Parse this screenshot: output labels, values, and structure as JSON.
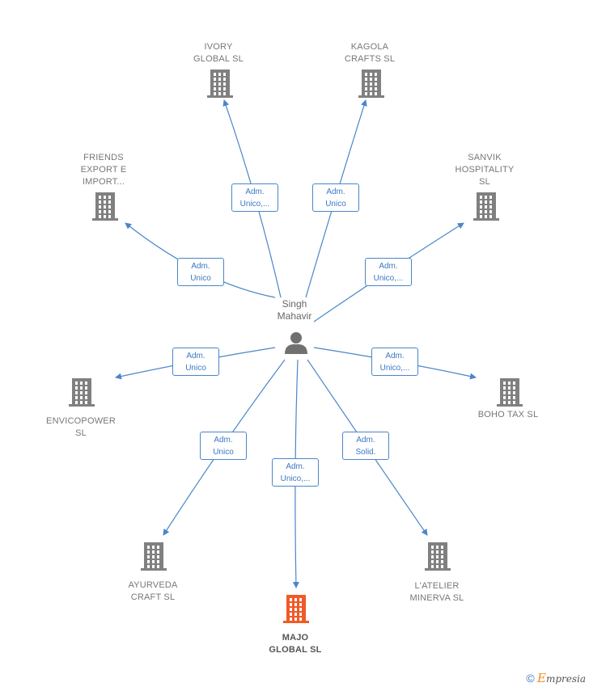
{
  "center": {
    "name": "Singh\nMahavir"
  },
  "nodes": [
    {
      "id": "ivory",
      "label": "IVORY\nGLOBAL  SL",
      "highlight": false
    },
    {
      "id": "kagola",
      "label": "KAGOLA\nCRAFTS  SL",
      "highlight": false
    },
    {
      "id": "friends",
      "label": "FRIENDS\nEXPORT E\nIMPORT...",
      "highlight": false
    },
    {
      "id": "sanvik",
      "label": "SANVIK\nHOSPITALITY\nSL",
      "highlight": false
    },
    {
      "id": "envico",
      "label": "ENVICOPOWER\nSL",
      "highlight": false
    },
    {
      "id": "boho",
      "label": "BOHO TAX  SL",
      "highlight": false
    },
    {
      "id": "ayurveda",
      "label": "AYURVEDA\nCRAFT  SL",
      "highlight": false
    },
    {
      "id": "majo",
      "label": "MAJO\nGLOBAL  SL",
      "highlight": true
    },
    {
      "id": "atelier",
      "label": "L'ATELIER\nMINERVA  SL",
      "highlight": false
    }
  ],
  "relations": [
    {
      "to": "ivory",
      "label": "Adm.\nUnico,..."
    },
    {
      "to": "kagola",
      "label": "Adm.\nUnico"
    },
    {
      "to": "friends",
      "label": "Adm.\nUnico"
    },
    {
      "to": "sanvik",
      "label": "Adm.\nUnico,..."
    },
    {
      "to": "envico",
      "label": "Adm.\nUnico"
    },
    {
      "to": "boho",
      "label": "Adm.\nUnico,..."
    },
    {
      "to": "ayurveda",
      "label": "Adm.\nUnico"
    },
    {
      "to": "majo",
      "label": "Adm.\nUnico,..."
    },
    {
      "to": "atelier",
      "label": "Adm.\nSolid."
    }
  ],
  "colors": {
    "edge": "#4a86c8",
    "building": "#808080",
    "building_highlight": "#f05a28",
    "person": "#707070"
  },
  "footer": {
    "copyright": "©",
    "brand_initial": "E",
    "brand_rest": "mpresia"
  }
}
